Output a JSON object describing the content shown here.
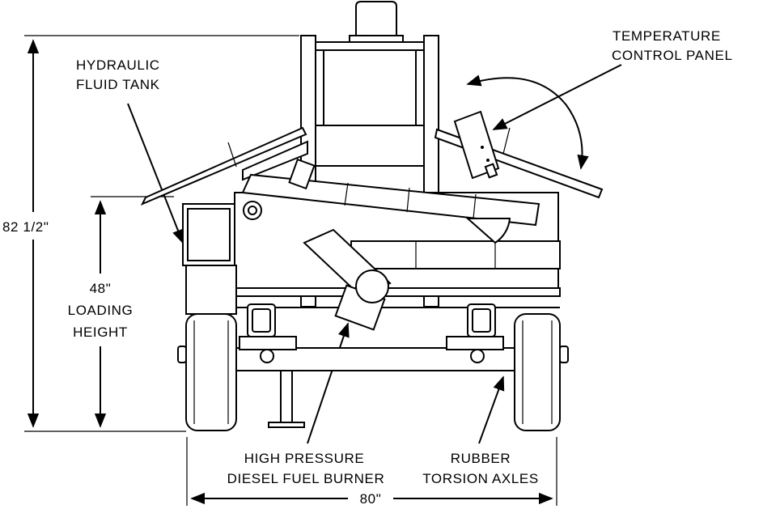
{
  "labels": {
    "hydraulic_tank": [
      "HYDRAULIC",
      "FLUID TANK"
    ],
    "temp_panel": [
      "TEMPERATURE",
      "CONTROL PANEL"
    ],
    "overall_height": "82 1/2\"",
    "loading_height": [
      "48\"",
      "LOADING",
      "HEIGHT"
    ],
    "burner": [
      "HIGH PRESSURE",
      "DIESEL FUEL BURNER"
    ],
    "axles": [
      "RUBBER",
      "TORSION AXLES"
    ],
    "width": "80\""
  }
}
